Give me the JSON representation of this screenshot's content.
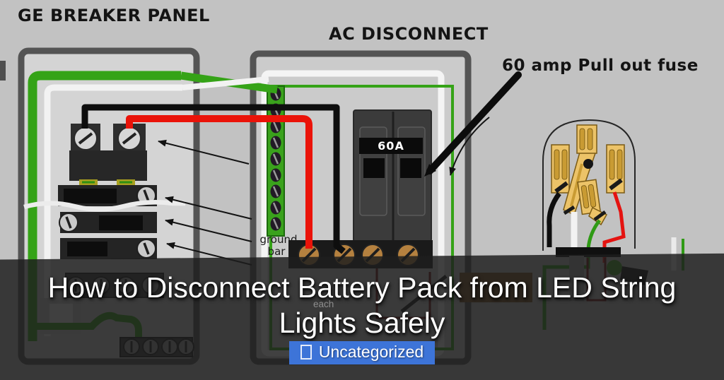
{
  "page": {
    "background_color": "#c2c2c2"
  },
  "diagram": {
    "breaker_panel_label": "GE BREAKER PANEL",
    "ac_disconnect_label": "AC DISCONNECT",
    "fuse_annotation": "60 amp Pull out fuse",
    "fuse_rating": "60A",
    "ground_bar_label": {
      "line1": "ground",
      "line2": "bar"
    },
    "each_label": "each",
    "colors": {
      "wire_green": "#35a317",
      "wire_red": "#ea1309",
      "wire_black": "#0e0e0e",
      "wire_white": "#f2f2f2",
      "panel_border": "#545454",
      "ground_bar_green": "#3aa21c",
      "terminal_brass": "#b5813f",
      "contact_brass": "#ecc368"
    }
  },
  "overlay": {
    "title_line1": "How to Disconnect Battery Pack from LED String",
    "title_line2": "Lights Safely",
    "category_badge": {
      "icon": "missing-glyph-box",
      "label": "Uncategorized",
      "background_color": "#3d74d8"
    }
  }
}
